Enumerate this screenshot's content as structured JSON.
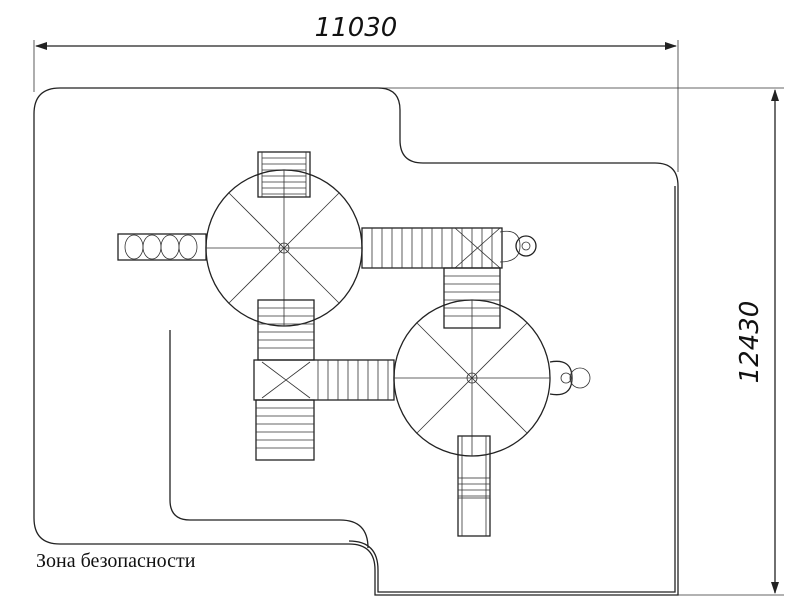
{
  "dimensions": {
    "width_label": "11030",
    "height_label": "12430"
  },
  "caption": "Зона безопасности",
  "colors": {
    "line": "#222222",
    "background": "#ffffff"
  }
}
